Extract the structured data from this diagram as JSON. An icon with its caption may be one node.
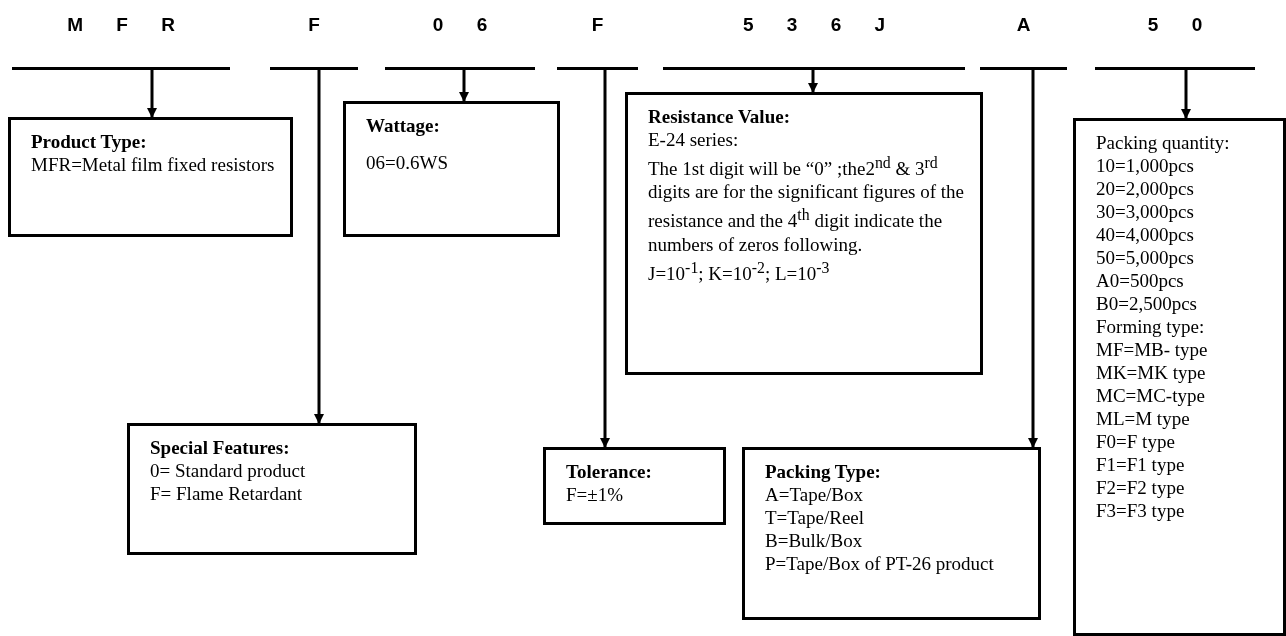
{
  "diagram": {
    "nodes": [
      {
        "text": [
          "M F R"
        ]
      },
      {
        "text": [
          "F"
        ]
      },
      {
        "text": [
          "0 6"
        ]
      },
      {
        "text": [
          "F"
        ]
      },
      {
        "text": [
          "5 3 6 J"
        ]
      },
      {
        "text": [
          "A"
        ]
      },
      {
        "text": [
          "5 0"
        ]
      },
      {
        "text": [
          "Product Type:",
          "MFR=Metal film fixed resistors"
        ]
      },
      {
        "text": [
          "Special Features:",
          "0= Standard product",
          "F= Flame Retardant"
        ]
      },
      {
        "text": [
          "Wattage:",
          "06=0.6WS"
        ]
      },
      {
        "text": [
          "Tolerance:",
          "F=±1%"
        ]
      },
      {
        "text": [
          "Resistance Value:",
          "E-24 series:",
          "The 1st digit will be “0” ;the2$^{nd}$ & 3$^{rd}$ digits are for the significant figures of the resistance and the 4$^{th}$ digit indicate the numbers of zeros following.",
          "J=10$^{-1}$; K=10$^{-2}$; L=10$^{-3}$"
        ]
      },
      {
        "text": [
          "Packing Type:",
          "A=Tape/Box",
          "T=Tape/Reel",
          "B=Bulk/Box",
          "P=Tape/Box of PT-26 product"
        ]
      },
      {
        "text": [
          "Packing quantity:",
          "10=1,000pcs",
          "20=2,000pcs",
          "30=3,000pcs",
          "40=4,000pcs",
          "50=5,000pcs",
          "A0=500pcs",
          "B0=2,500pcs",
          "Forming type:",
          "MF=MB- type",
          "MK=MK type",
          "MC=MC-type",
          "ML=M type",
          "F0=F type",
          "F1=F1 type",
          "F2=F2 type",
          "F3=F3 type"
        ]
      }
    ],
    "edges": [
      {
        "from": 0,
        "to": 7,
        "arrow": "to"
      },
      {
        "from": 1,
        "to": 8,
        "arrow": "to"
      },
      {
        "from": 2,
        "to": 9,
        "arrow": "to"
      },
      {
        "from": 3,
        "to": 10,
        "arrow": "to"
      },
      {
        "from": 4,
        "to": 11,
        "arrow": "to"
      },
      {
        "from": 5,
        "to": 12,
        "arrow": "to"
      },
      {
        "from": 6,
        "to": 13,
        "arrow": "to"
      }
    ]
  }
}
